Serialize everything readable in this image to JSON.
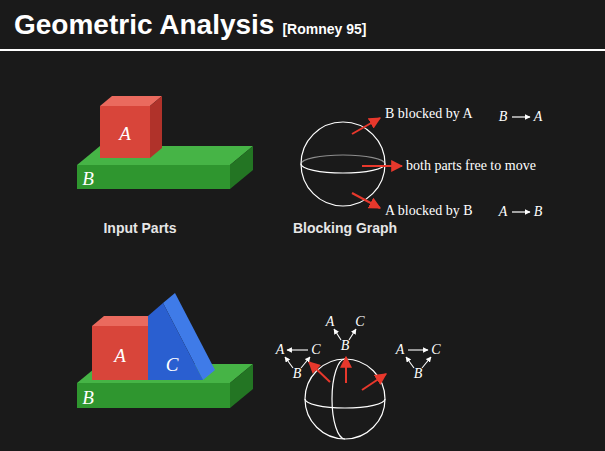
{
  "diagram": {
    "title": "Geometric Analysis",
    "labels": [
      "[Romney 95]",
      "A",
      "B",
      "Input Parts",
      "B blocked by A",
      "B",
      "A",
      "both parts free to move",
      "A blocked by B",
      "A",
      "B",
      "Blocking Graph",
      "A",
      "C",
      "B",
      "A",
      "C",
      "B",
      "A",
      "C",
      "B",
      "A",
      "C",
      "B"
    ]
  }
}
